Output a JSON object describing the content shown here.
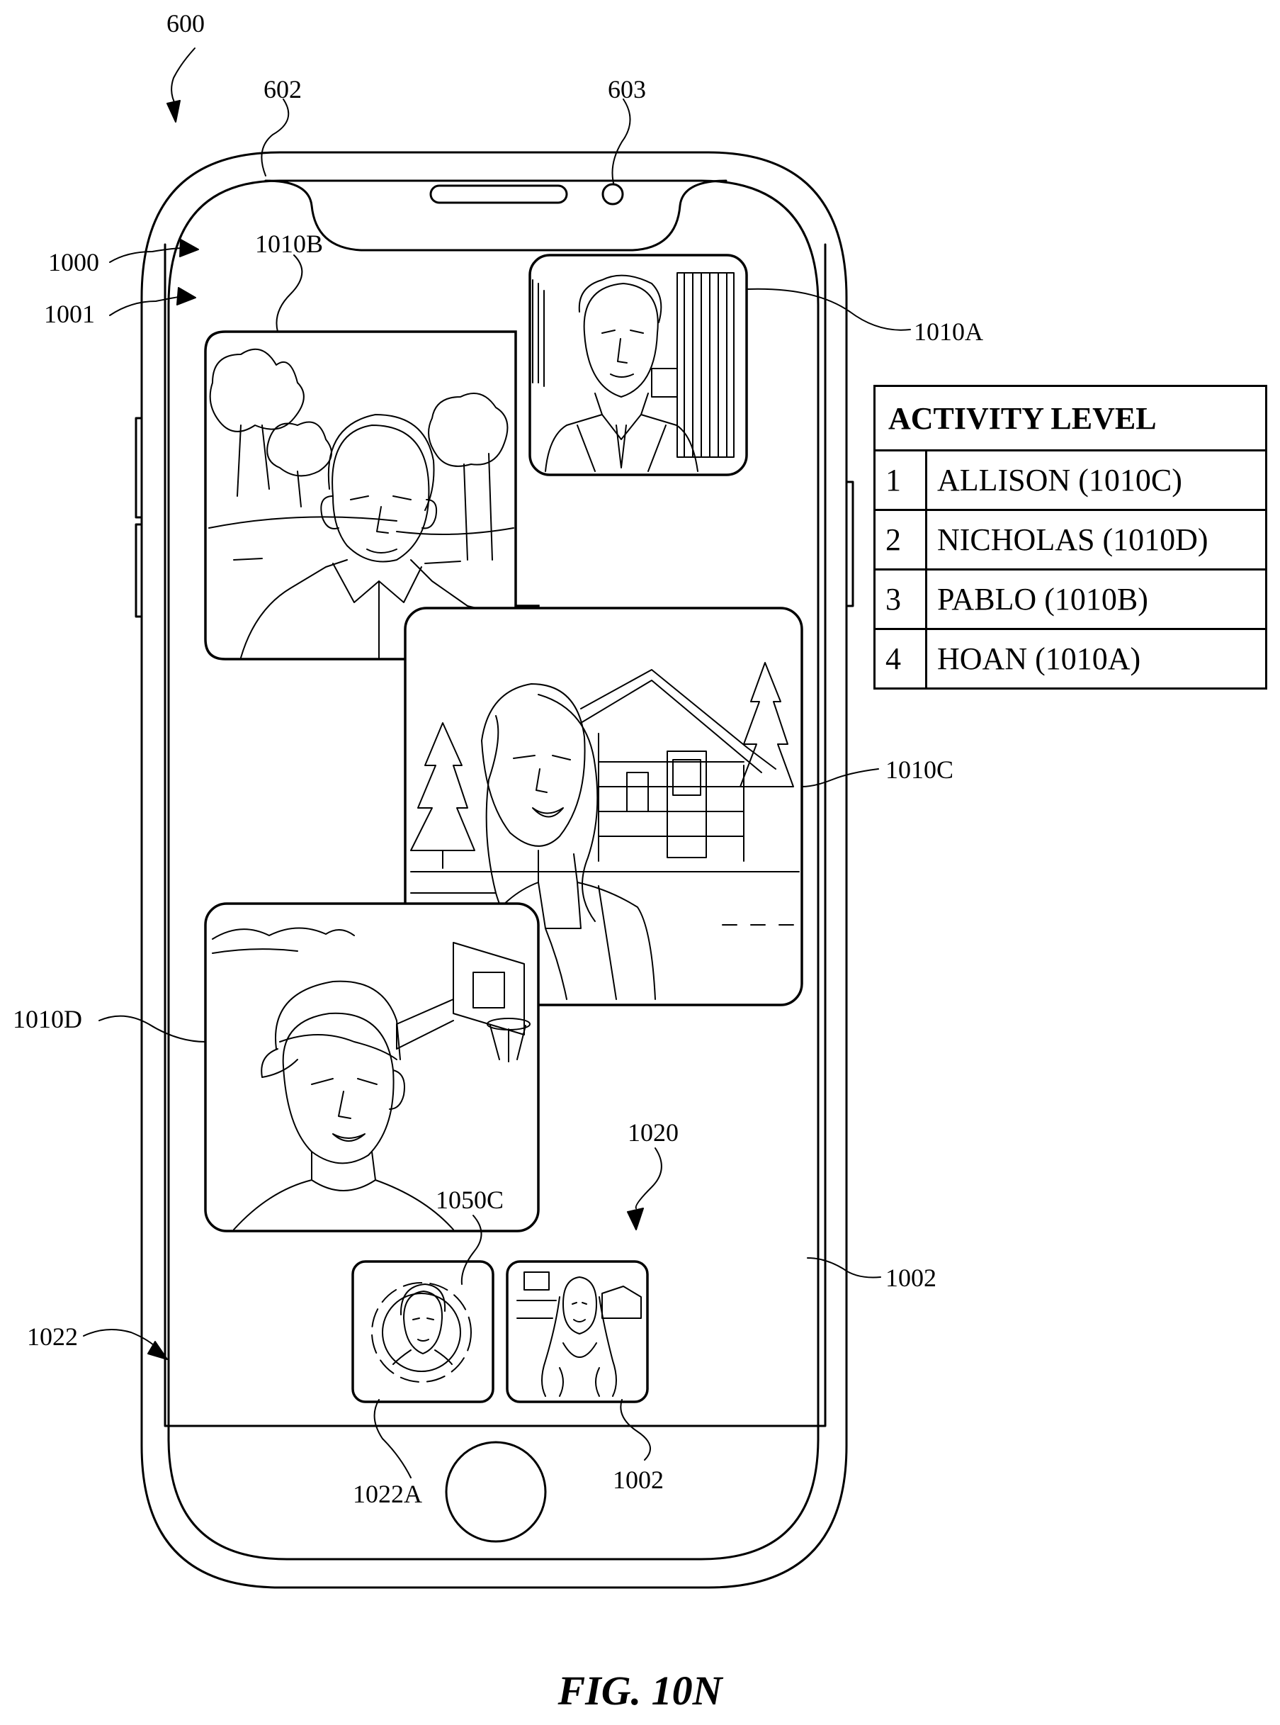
{
  "labels": {
    "device": "600",
    "notch": "602",
    "camera": "603",
    "interface": "1000",
    "ui_layer": "1001",
    "tile_a": "1010A",
    "tile_b": "1010B",
    "tile_c": "1010C",
    "tile_d": "1010D",
    "roster": "1020",
    "indicator": "1050C",
    "background": "1002",
    "roster_tile_self": "1002",
    "roster_region": "1022",
    "roster_tile_a": "1022A"
  },
  "activity_table": {
    "header": "ACTIVITY LEVEL",
    "rows": [
      {
        "rank": "1",
        "name": "ALLISON (1010C)"
      },
      {
        "rank": "2",
        "name": "NICHOLAS (1010D)"
      },
      {
        "rank": "3",
        "name": "PABLO (1010B)"
      },
      {
        "rank": "4",
        "name": "HOAN (1010A)"
      }
    ]
  },
  "caption": "FIG. 10N"
}
